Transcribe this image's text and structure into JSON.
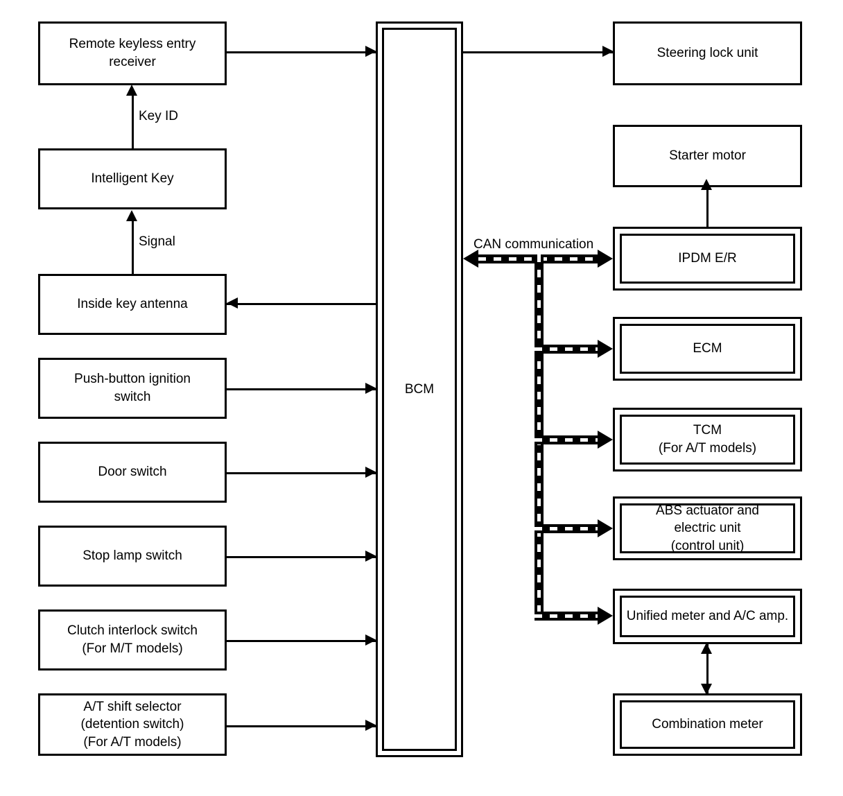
{
  "diagram": {
    "title": "Intelligent Key / BCM system block diagram",
    "colors": {
      "line": "#000000",
      "background": "#ffffff"
    },
    "left_nodes": [
      {
        "id": "remote-keyless-entry-receiver",
        "label": "Remote keyless entry\nreceiver"
      },
      {
        "id": "intelligent-key",
        "label": "Intelligent Key"
      },
      {
        "id": "inside-key-antenna",
        "label": "Inside key antenna"
      },
      {
        "id": "push-button-ignition-switch",
        "label": "Push-button ignition\nswitch"
      },
      {
        "id": "door-switch",
        "label": "Door switch"
      },
      {
        "id": "stop-lamp-switch",
        "label": "Stop lamp switch"
      },
      {
        "id": "clutch-interlock-switch",
        "label": "Clutch interlock switch\n(For M/T models)"
      },
      {
        "id": "at-shift-selector",
        "label": "A/T shift selector\n(detention switch)\n(For A/T models)"
      }
    ],
    "center_node": {
      "id": "bcm",
      "label": "BCM"
    },
    "right_nodes": [
      {
        "id": "steering-lock-unit",
        "label": "Steering lock unit"
      },
      {
        "id": "starter-motor",
        "label": "Starter motor"
      },
      {
        "id": "ipdm-er",
        "label": "IPDM E/R"
      },
      {
        "id": "ecm",
        "label": "ECM"
      },
      {
        "id": "tcm",
        "label": "TCM\n(For A/T models)"
      },
      {
        "id": "abs-actuator",
        "label": "ABS actuator and\nelectric unit\n(control unit)"
      },
      {
        "id": "unified-meter-ac-amp",
        "label": "Unified meter and A/C amp."
      },
      {
        "id": "combination-meter",
        "label": "Combination meter"
      }
    ],
    "edge_labels": {
      "key_id": "Key ID",
      "signal": "Signal",
      "can_communication": "CAN communication"
    }
  }
}
